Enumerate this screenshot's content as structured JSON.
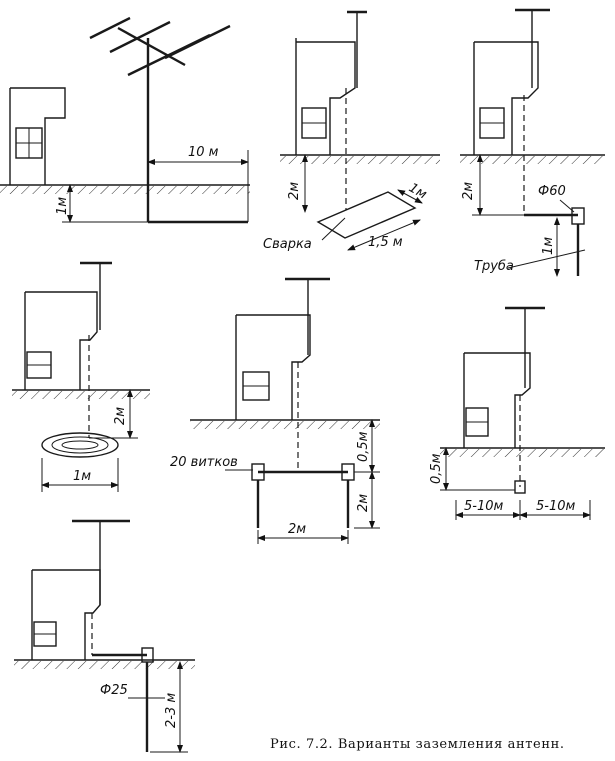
{
  "caption": "Рис. 7.2. Варианты заземления антенн.",
  "variants": {
    "v1": {
      "depth": "1м",
      "distance": "10 м"
    },
    "v2": {
      "depth": "2м",
      "plate_w": "1м",
      "plate_l": "1,5 м",
      "weld": "Сварка"
    },
    "v3": {
      "depth": "2м",
      "diameter": "Ф60",
      "pipe_len": "1м",
      "pipe": "Труба"
    },
    "v4": {
      "depth": "2м",
      "coil_w": "1м"
    },
    "v5": {
      "depth1": "0,5м",
      "depth2": "2м",
      "spacing": "2м",
      "turns": "20 витков"
    },
    "v6": {
      "depth": "0,5м",
      "left": "5-10м",
      "right": "5-10м"
    },
    "v7": {
      "diameter": "Ф25",
      "length": "2-3 м"
    }
  }
}
